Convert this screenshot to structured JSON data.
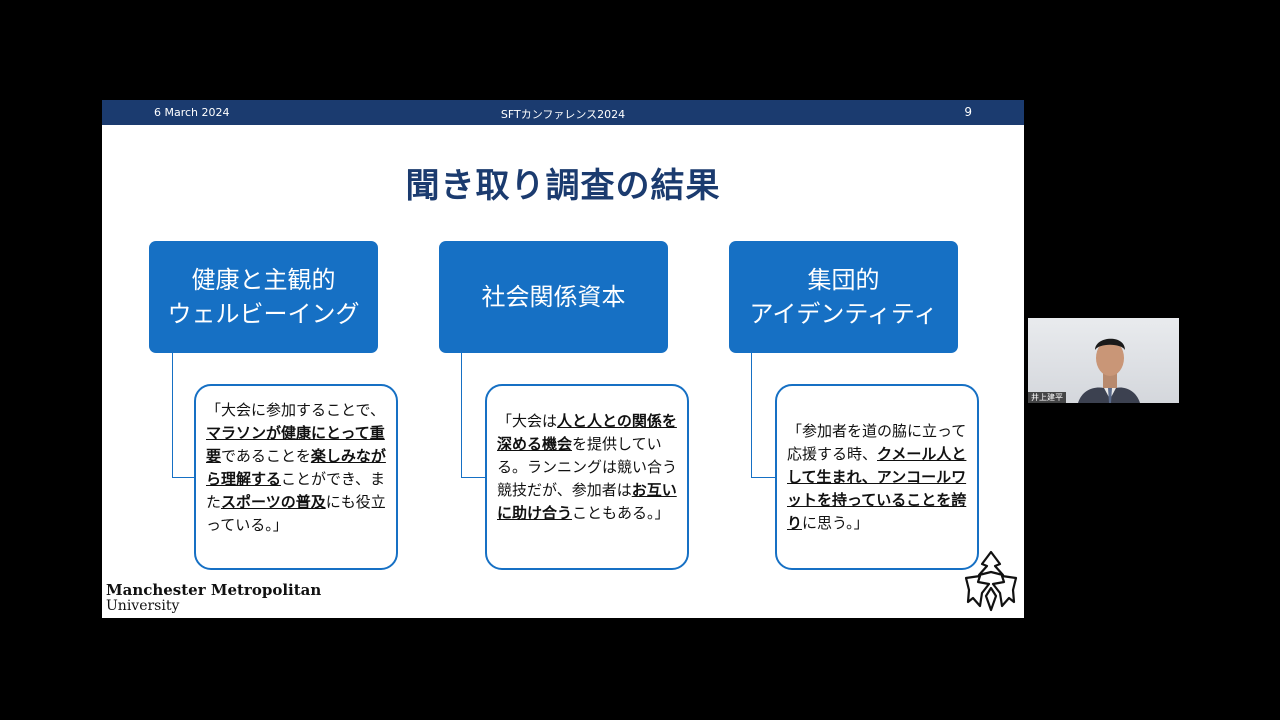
{
  "slide": {
    "header": {
      "date": "6 March 2024",
      "conference": "SFTカンファレンス2024",
      "page_number": "9"
    },
    "title": "聞き取り調査の結果",
    "categories": [
      {
        "line1": "健康と主観的",
        "line2": "ウェルビーイング"
      },
      {
        "line1": "社会関係資本"
      },
      {
        "line1": "集団的",
        "line2": "アイデンティティ"
      }
    ],
    "quotes": [
      {
        "p1": "「大会に参加することで、",
        "e1": "マラソンが健康にとって重要",
        "p2": "であることを",
        "e2": "楽しみながら理解する",
        "p3": "ことができ、また",
        "e3": "スポーツの普及",
        "p4": "にも役立っている。」"
      },
      {
        "p1": "「大会は",
        "e1": "人と人との関係を深める機会",
        "p2": "を提供している。ランニングは競い合う競技だが、参加者は",
        "e2": "お互いに助け合う",
        "p3": "こともある。」"
      },
      {
        "p1": "「参加者を道の脇に立って応援する時、",
        "e1": "クメール人として生まれ、アンコールワットを持っていることを誇り",
        "p2": "に思う。」"
      }
    ],
    "footer": {
      "logo_line1": "Manchester Metropolitan",
      "logo_line2": "University"
    }
  },
  "webcam": {
    "participant_name": "井上建平"
  },
  "colors": {
    "header_bg": "#1b3b6f",
    "title_text": "#1b3b6f",
    "category_bg": "#1670c4",
    "quote_border": "#1670c4"
  }
}
